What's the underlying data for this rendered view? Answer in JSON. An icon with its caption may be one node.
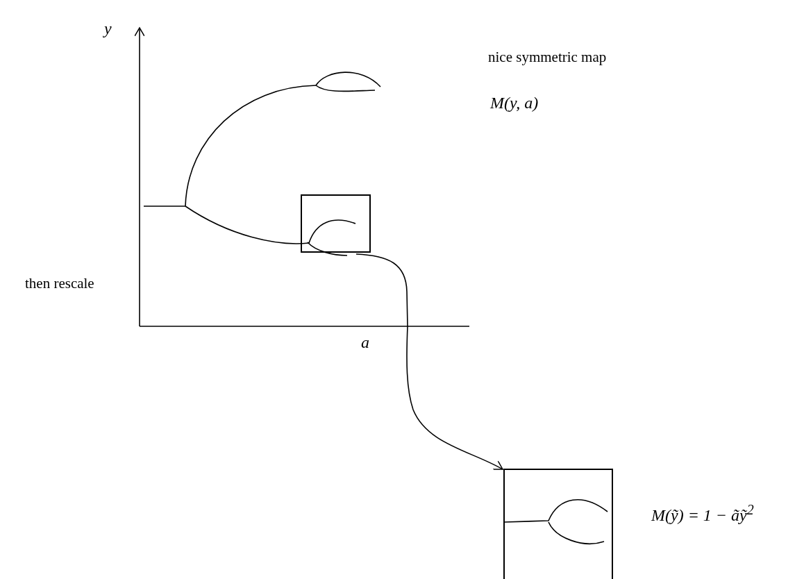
{
  "diagram": {
    "nodes": [
      {
        "text": [],
        "shape": "box"
      },
      {
        "text": [],
        "shape": "box",
        "beside": [
          "M(ỹ) = 1 − ãỹ$^{2}$"
        ]
      }
    ],
    "edges": [
      {
        "from": 0,
        "to": 1,
        "arrow": "to"
      }
    ],
    "labels": [
      "y",
      "nice symmetric map",
      "M(y, a)",
      "a",
      "then rescale"
    ]
  }
}
